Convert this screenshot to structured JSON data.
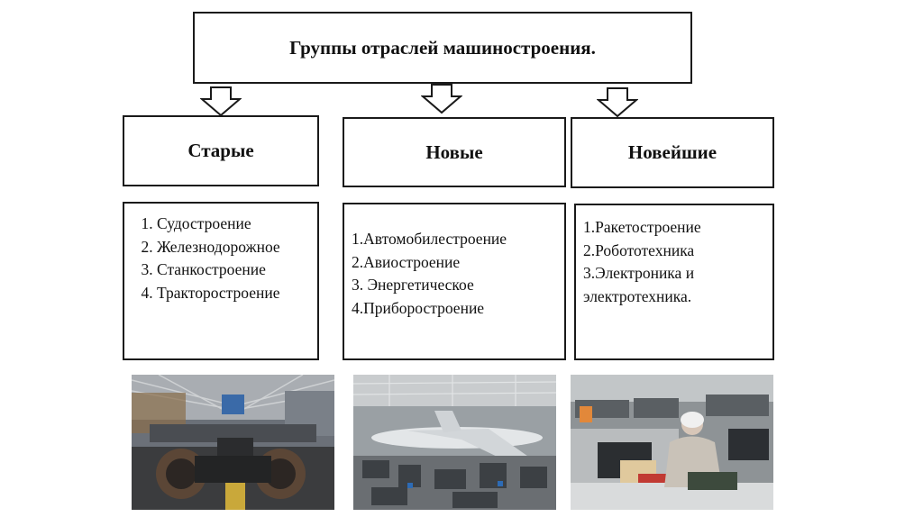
{
  "title": "Группы отраслей машиностроения.",
  "groups": [
    {
      "label": "Старые",
      "items": [
        "Судостроение",
        "Железнодорожное",
        "Станкостроение",
        "Тракторостроение"
      ]
    },
    {
      "label": "Новые",
      "items": [
        "1.Автомобилестроение",
        "2.Авиостроение",
        "3. Энергетическое",
        "4.Приборостроение"
      ]
    },
    {
      "label": "Новейшие",
      "items": [
        "1.Ракетостроение",
        "2.Робототехника",
        "3.Электроника и",
        "электротехника."
      ]
    }
  ],
  "colors": {
    "border": "#1a1a1a",
    "background": "#ffffff"
  },
  "icons": [
    "arrow-down-icon"
  ]
}
